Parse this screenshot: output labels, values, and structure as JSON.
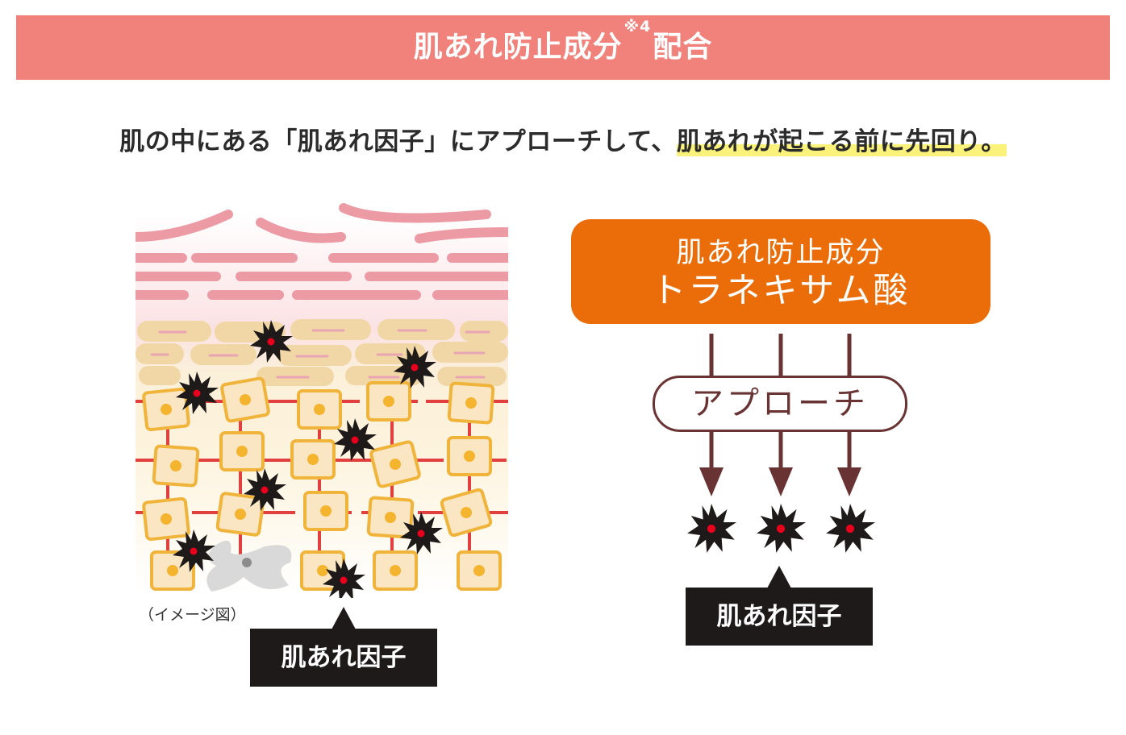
{
  "banner": {
    "title": "肌あれ防止成分",
    "note": "※4",
    "suffix": "配合"
  },
  "lead": {
    "text": "肌の中にある「肌あれ因子」にアプローチして、",
    "highlight": "肌あれが起こる前に先回り。"
  },
  "illustration": {
    "caption": "（イメージ図）",
    "factor_label": "肌あれ因子"
  },
  "mechanism": {
    "ingredient_line1": "肌あれ防止成分",
    "ingredient_line2": "トラネキサム酸",
    "action": "アプローチ",
    "target_label": "肌あれ因子"
  },
  "colors": {
    "banner": "#f0817b",
    "highlight": "#fbf27b",
    "ingredient": "#ea6d0a",
    "arrow": "#6a3333",
    "label_bg": "#1e1a19"
  }
}
